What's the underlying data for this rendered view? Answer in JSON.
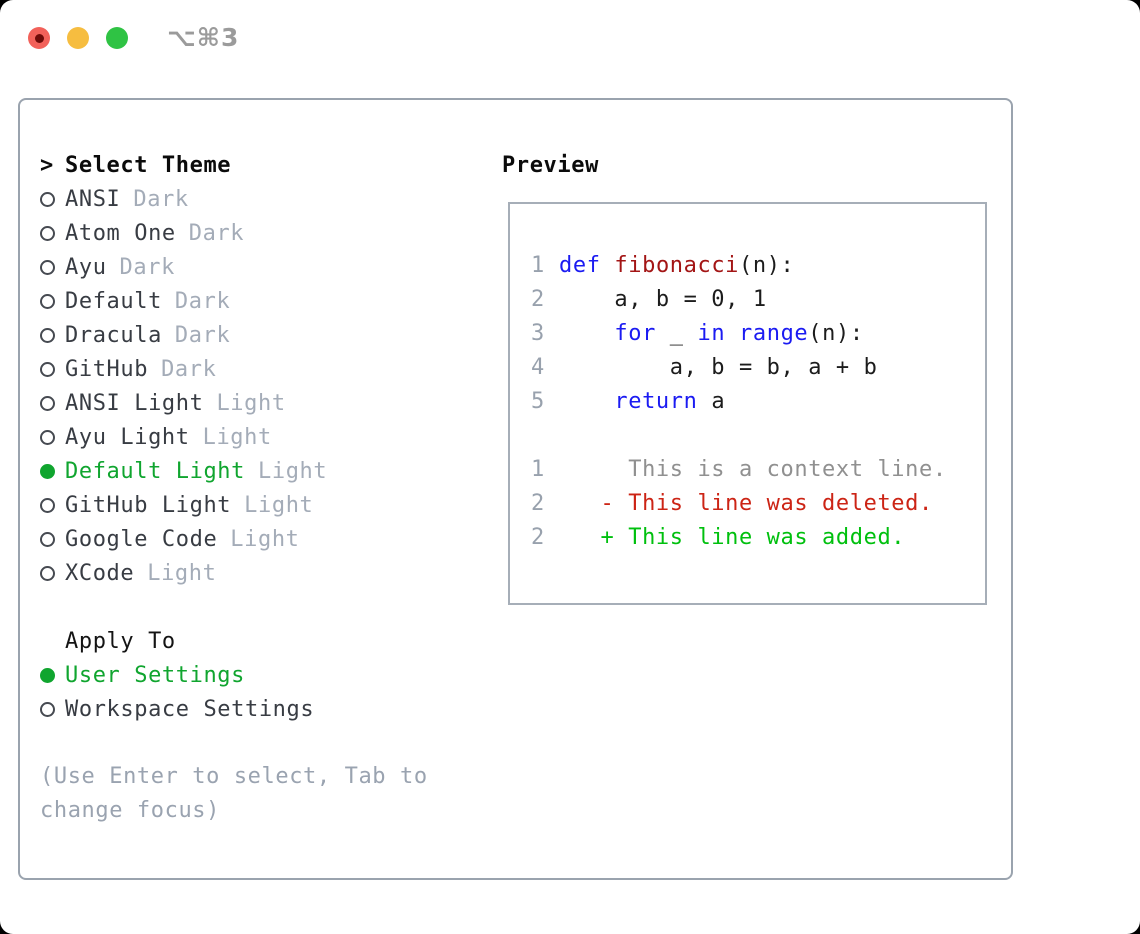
{
  "window": {
    "title": "⌥⌘3"
  },
  "theme_selector": {
    "pointer": ">",
    "header": "Select Theme",
    "items": [
      {
        "name": "ANSI",
        "variant": "Dark",
        "selected": false
      },
      {
        "name": "Atom One",
        "variant": "Dark",
        "selected": false
      },
      {
        "name": "Ayu",
        "variant": "Dark",
        "selected": false
      },
      {
        "name": "Default",
        "variant": "Dark",
        "selected": false
      },
      {
        "name": "Dracula",
        "variant": "Dark",
        "selected": false
      },
      {
        "name": "GitHub",
        "variant": "Dark",
        "selected": false
      },
      {
        "name": "ANSI Light",
        "variant": "Light",
        "selected": false
      },
      {
        "name": "Ayu Light",
        "variant": "Light",
        "selected": false
      },
      {
        "name": "Default Light",
        "variant": "Light",
        "selected": true
      },
      {
        "name": "GitHub Light",
        "variant": "Light",
        "selected": false
      },
      {
        "name": "Google Code",
        "variant": "Light",
        "selected": false
      },
      {
        "name": "XCode",
        "variant": "Light",
        "selected": false
      }
    ]
  },
  "apply_to": {
    "header": "Apply To",
    "options": [
      {
        "label": "User Settings",
        "selected": true
      },
      {
        "label": "Workspace Settings",
        "selected": false
      }
    ]
  },
  "hint": {
    "text": "(Use Enter to select, Tab to change focus)"
  },
  "preview": {
    "header": "Preview",
    "code_lines": [
      {
        "n": "1",
        "segs": [
          {
            "t": "def",
            "c": "kw"
          },
          {
            "t": " ",
            "c": "pl"
          },
          {
            "t": "fibonacci",
            "c": "fn"
          },
          {
            "t": "(n):",
            "c": "pl"
          }
        ]
      },
      {
        "n": "2",
        "segs": [
          {
            "t": "    a, b = 0, 1",
            "c": "pl"
          }
        ]
      },
      {
        "n": "3",
        "segs": [
          {
            "t": "    ",
            "c": "pl"
          },
          {
            "t": "for",
            "c": "kw"
          },
          {
            "t": " _ ",
            "c": "pl"
          },
          {
            "t": "in",
            "c": "kw"
          },
          {
            "t": " ",
            "c": "pl"
          },
          {
            "t": "range",
            "c": "kw"
          },
          {
            "t": "(n):",
            "c": "pl"
          }
        ]
      },
      {
        "n": "4",
        "segs": [
          {
            "t": "        a, b = b, a + b",
            "c": "pl"
          }
        ]
      },
      {
        "n": "5",
        "segs": [
          {
            "t": "    ",
            "c": "pl"
          },
          {
            "t": "return",
            "c": "kw"
          },
          {
            "t": " a",
            "c": "pl"
          }
        ]
      }
    ],
    "diff_lines": [
      {
        "n": "1",
        "t": "     This is a context line.",
        "c": "ctx"
      },
      {
        "n": "2",
        "t": "   - This line was deleted.",
        "c": "del"
      },
      {
        "n": "2",
        "t": "   + This line was added.",
        "c": "add"
      }
    ]
  },
  "colors": {
    "selected_green": "#10a52f",
    "added_green": "#00c00e",
    "deleted_red": "#cc2415",
    "keyword_blue": "#1b1bf2",
    "function_red": "#a31515",
    "context_gray": "#909090",
    "line_number_gray": "#98a1ad",
    "muted_gray": "#a4acb8",
    "panel_border": "#9aa3ae",
    "traffic_red": "#f2615a",
    "traffic_yellow": "#f6bd40",
    "traffic_green": "#2fc344"
  }
}
